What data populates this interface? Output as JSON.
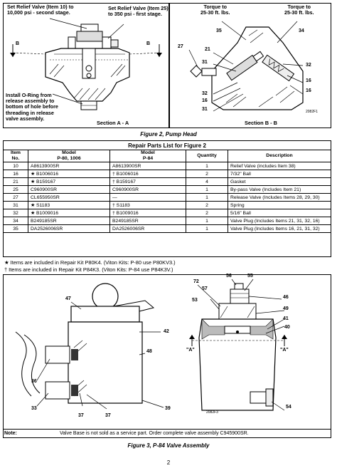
{
  "figure2": {
    "callout_relief10": [
      "Set Relief Valve (Item 10) to",
      "10,000 psi - second stage."
    ],
    "callout_relief25": [
      "Set Relief Valve (Item 25)",
      "to 350 psi - first stage."
    ],
    "callout_oring": [
      "Install O-Ring from",
      "release assembly to",
      "bottom of hole before",
      "threading in release",
      "valve assembly."
    ],
    "torque_left": [
      "Torque to",
      "25-30 ft. lbs."
    ],
    "torque_right": [
      "Torque to",
      "25-30 ft. lbs."
    ],
    "section_aa": "Section A - A",
    "section_bb": "Section B - B",
    "marker_b": "B",
    "fig_id": "2082F1",
    "items": [
      "35",
      "34",
      "27",
      "21",
      "31",
      "32",
      "16",
      "31",
      "32",
      "16"
    ],
    "caption": "Figure 2, Pump Head"
  },
  "parts": {
    "title": "Repair Parts List for Figure 2",
    "headers": {
      "item": [
        "Item",
        "No."
      ],
      "model_p80": [
        "Model",
        "P-80, 1006"
      ],
      "model_p84": [
        "Model",
        "P-84"
      ],
      "quantity": "Quantity",
      "description": "Description"
    },
    "rows": [
      {
        "item": "10",
        "p80": "A8613900SR",
        "p84": "A8613900SR",
        "qty": "1",
        "desc": "Relief Valve (includes Item 38)"
      },
      {
        "item": "16",
        "p80": "★ B1006016",
        "p84": "† B1006016",
        "qty": "2",
        "desc": "7/32\" Ball"
      },
      {
        "item": "21",
        "p80": "★ B159167",
        "p84": "† B159167",
        "qty": "4",
        "desc": "Gasket"
      },
      {
        "item": "25",
        "p80": "C960900SR",
        "p84": "C960900SR",
        "qty": "1",
        "desc": "By-pass Valve (Includes Item 21)"
      },
      {
        "item": "27",
        "p80": "CL655950SR",
        "p84": "—",
        "qty": "1",
        "desc": "Release Valve (Includes Items 28, 29, 30)"
      },
      {
        "item": "31",
        "p80": "★ S1183",
        "p84": "† S1183",
        "qty": "2",
        "desc": "Spring"
      },
      {
        "item": "32",
        "p80": "★ B1009016",
        "p84": "† B1009016",
        "qty": "2",
        "desc": "5/16\" Ball"
      },
      {
        "item": "34",
        "p80": "B249185SR",
        "p84": "B249185SR",
        "qty": "1",
        "desc": "Valve Plug (Includes Items 21, 31, 32, 16)"
      },
      {
        "item": "35",
        "p80": "DA2526006SR",
        "p84": "DA2526006SR",
        "qty": "1",
        "desc": "Valve Plug (Includes Items 16, 21, 31, 32)"
      }
    ],
    "note1": "★ Items are included in Repair Kit P80K4. (Viton Kits: P-80 use P80KV3.)",
    "note2": "† Items are included in Repair Kit P84K3. (Viton Kits: P-84 use P84K3V.)"
  },
  "figure3": {
    "items_left": [
      "47",
      "42",
      "48",
      "36",
      "33",
      "37",
      "39"
    ],
    "items_right": [
      "72",
      "56",
      "55",
      "57",
      "46",
      "49",
      "41",
      "53",
      "40",
      "54"
    ],
    "arrow_a": "\"A\"",
    "fig_id": "2082F3",
    "note_label": "Note:",
    "note_text": "Valve Base is not sold as a service part. Order complete valve assembly C945900SR.",
    "caption": "Figure 3, P-84 Valve Assembly"
  },
  "page_number": "2"
}
